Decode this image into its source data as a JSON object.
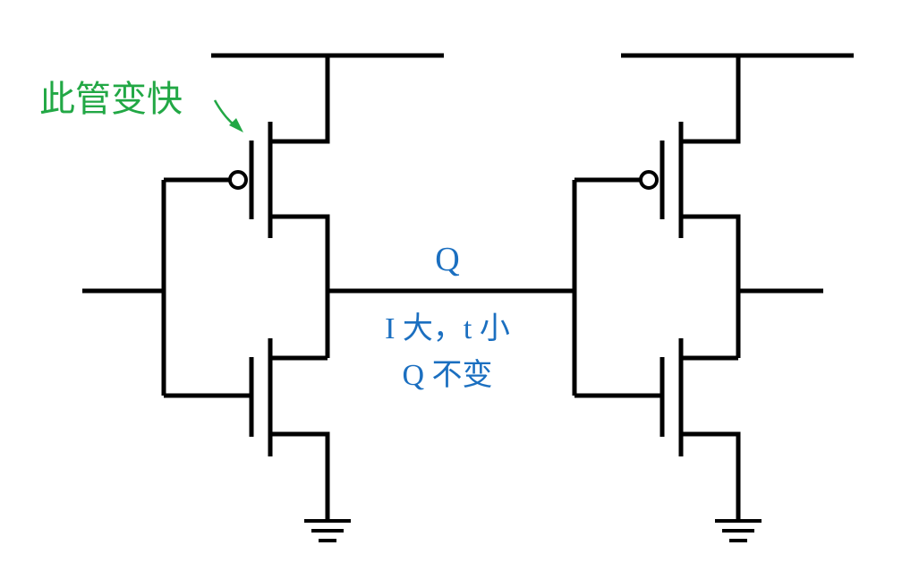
{
  "annotation": {
    "text": "此管变快",
    "color": "#22a845"
  },
  "node": {
    "label": "Q",
    "note_line1": "I 大，t 小",
    "note_line2": "Q 不变",
    "color": "#1b6fc0"
  },
  "colors": {
    "wire": "#000000",
    "background": "#ffffff"
  }
}
